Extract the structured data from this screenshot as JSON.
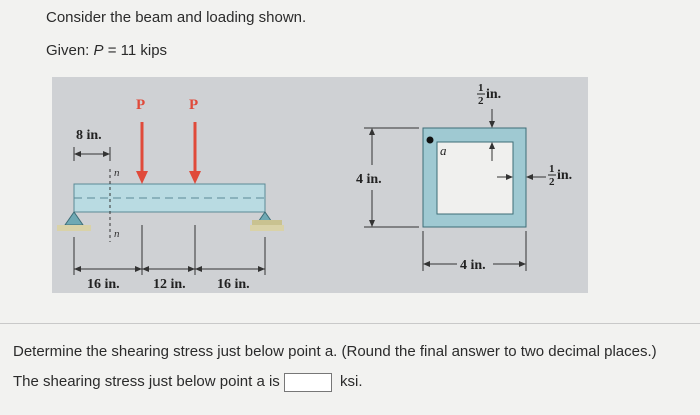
{
  "question": {
    "intro": "Consider the beam and loading shown.",
    "given_prefix": "Given: ",
    "given_var": "P",
    "given_value": " = 11 kips",
    "task": "Determine the shearing stress just below point a. (Round the final answer to two decimal places.)",
    "answer_prefix": "The shearing stress just below point a is",
    "answer_value": "",
    "answer_unit": "ksi."
  },
  "figure": {
    "load_label_1": "P",
    "load_label_2": "P",
    "dim_8in": "8 in.",
    "section_mark_top": "n",
    "section_mark_bottom": "n",
    "dim_16in_left": "16 in.",
    "dim_12in": "12 in.",
    "dim_16in_right": "16 in.",
    "dim_4in_height": "4 in.",
    "point_label": "a",
    "half_num_top": "1",
    "half_den_top": "2",
    "half_unit_top": " in.",
    "half_num_right": "1",
    "half_den_right": "2",
    "half_unit_right": " in.",
    "dim_4in_width": "4 in.",
    "colors": {
      "load_arrow": "#e04a3a",
      "beam_fill": "#b9dbe2",
      "support": "#d9d2a8",
      "section_fill": "#9fc9d2"
    }
  }
}
